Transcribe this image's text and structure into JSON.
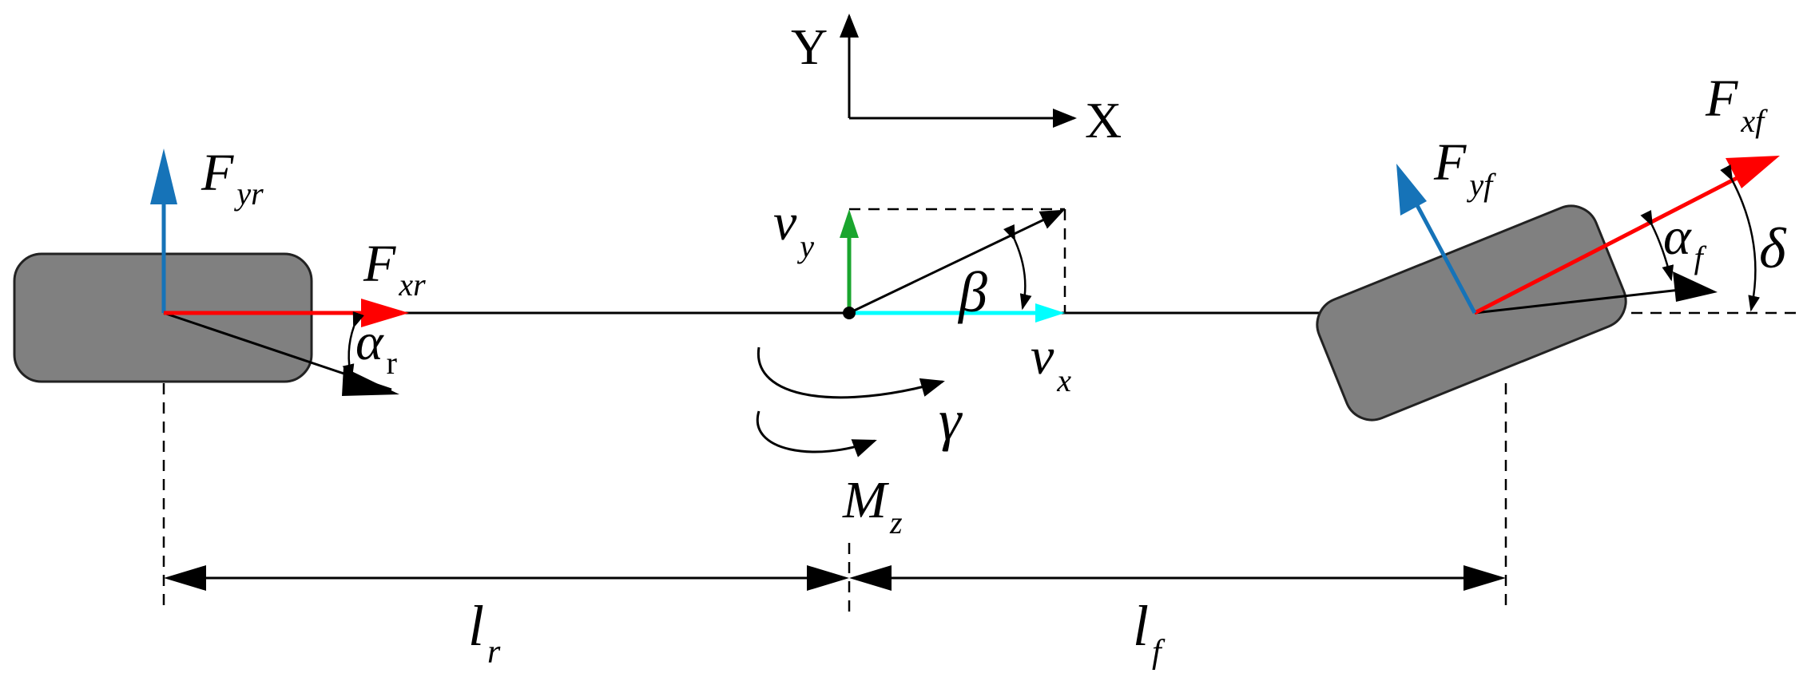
{
  "axes": {
    "y_label": "Y",
    "x_label": "X"
  },
  "labels": {
    "F_yr": {
      "main": "F",
      "sub": "yr"
    },
    "F_xr": {
      "main": "F",
      "sub": "xr"
    },
    "alpha_r": {
      "main": "α",
      "sub": "r"
    },
    "v_y": {
      "main": "v",
      "sub": "y"
    },
    "v_x": {
      "main": "v",
      "sub": "x"
    },
    "beta": "β",
    "gamma": "γ",
    "M_z": {
      "main": "M",
      "sub": "z"
    },
    "F_yf": {
      "main": "F",
      "sub": "yf"
    },
    "F_xf": {
      "main": "F",
      "sub": "xf"
    },
    "alpha_f": {
      "main": "α",
      "sub": "f"
    },
    "delta": "δ",
    "l_r": {
      "main": "l",
      "sub": "r"
    },
    "l_f": {
      "main": "l",
      "sub": "f"
    }
  },
  "colors": {
    "wheel_fill": "#808080",
    "wheel_stroke": "#222222",
    "force_lateral": "#1673b8",
    "force_longitudinal": "#ff0000",
    "velocity_y": "#1aa52e",
    "velocity_x": "#00ffff",
    "line": "#000000"
  }
}
